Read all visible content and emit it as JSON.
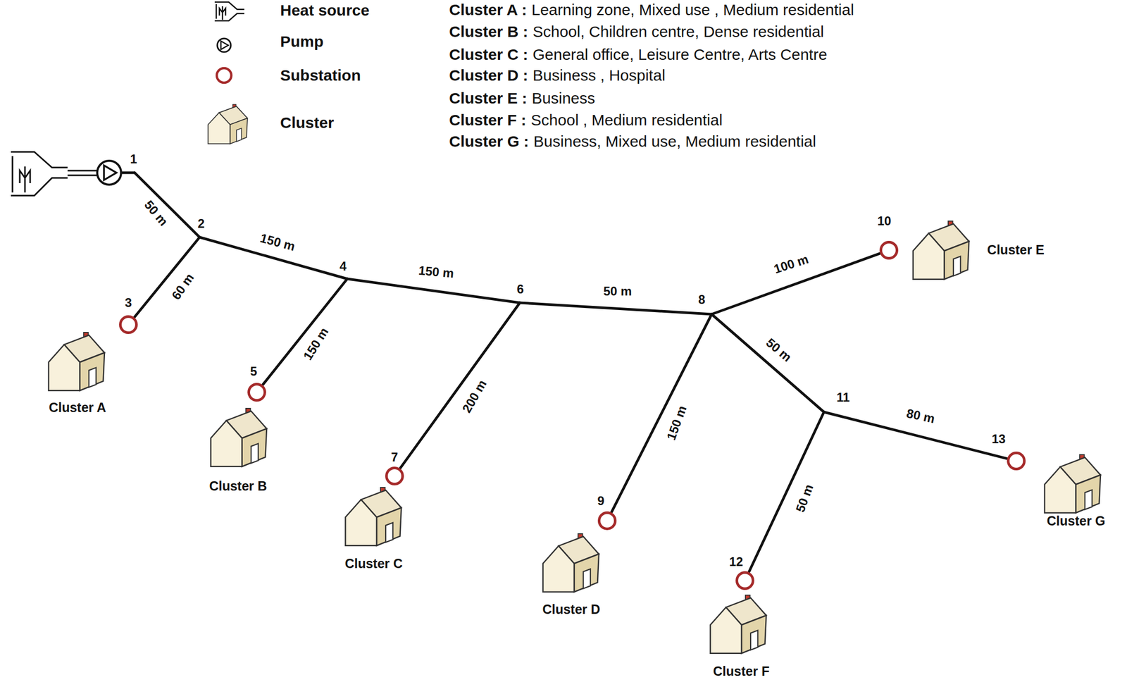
{
  "diagram": {
    "nodes": [
      {
        "text": [
          "1"
        ]
      },
      {
        "text": [
          "2"
        ]
      },
      {
        "text": [
          "3"
        ]
      },
      {
        "text": [
          "4"
        ]
      },
      {
        "text": [
          "5"
        ]
      },
      {
        "text": [
          "6"
        ]
      },
      {
        "text": [
          "7"
        ]
      },
      {
        "text": [
          "8"
        ]
      },
      {
        "text": [
          "9"
        ]
      },
      {
        "text": [
          "10"
        ]
      },
      {
        "text": [
          "11"
        ]
      },
      {
        "text": [
          "12"
        ]
      },
      {
        "text": [
          "13"
        ]
      },
      {
        "text": [
          "Cluster A"
        ]
      },
      {
        "text": [
          "Cluster B"
        ]
      },
      {
        "text": [
          "Cluster C"
        ]
      },
      {
        "text": [
          "Cluster D"
        ]
      },
      {
        "text": [
          "Cluster E"
        ]
      },
      {
        "text": [
          "Cluster F"
        ]
      },
      {
        "text": [
          "Cluster G"
        ]
      }
    ],
    "edges": [
      {
        "from": 0,
        "to": 1,
        "arrow": "none",
        "label": "50 m"
      },
      {
        "from": 1,
        "to": 2,
        "arrow": "none",
        "label": "60 m"
      },
      {
        "from": 1,
        "to": 3,
        "arrow": "none",
        "label": "150 m"
      },
      {
        "from": 3,
        "to": 4,
        "arrow": "none",
        "label": "150 m"
      },
      {
        "from": 3,
        "to": 5,
        "arrow": "none",
        "label": "150 m"
      },
      {
        "from": 5,
        "to": 6,
        "arrow": "none",
        "label": "200 m"
      },
      {
        "from": 5,
        "to": 7,
        "arrow": "none",
        "label": "50 m"
      },
      {
        "from": 7,
        "to": 8,
        "arrow": "none",
        "label": "150 m"
      },
      {
        "from": 7,
        "to": 9,
        "arrow": "none",
        "label": "100 m"
      },
      {
        "from": 7,
        "to": 10,
        "arrow": "none",
        "label": "50 m"
      },
      {
        "from": 10,
        "to": 11,
        "arrow": "none",
        "label": "50 m"
      },
      {
        "from": 10,
        "to": 12,
        "arrow": "none",
        "label": "80 m"
      }
    ],
    "labels": [
      "Cluster A :",
      "Learning zone, Mixed use , Medium residential",
      "Cluster B :",
      "School, Children centre, Dense residential",
      "Cluster C :",
      "General office, Leisure Centre, Arts Centre",
      "Cluster D :",
      "Business , Hospital",
      "Cluster E :",
      "Business",
      "Cluster F :",
      "School , Medium residential",
      "Cluster G :",
      "Business, Mixed use, Medium residential"
    ],
    "legend": [
      {
        "text": "Heat source"
      },
      {
        "text": "Pump"
      },
      {
        "text": "Substation"
      },
      {
        "text": "Cluster"
      }
    ]
  }
}
